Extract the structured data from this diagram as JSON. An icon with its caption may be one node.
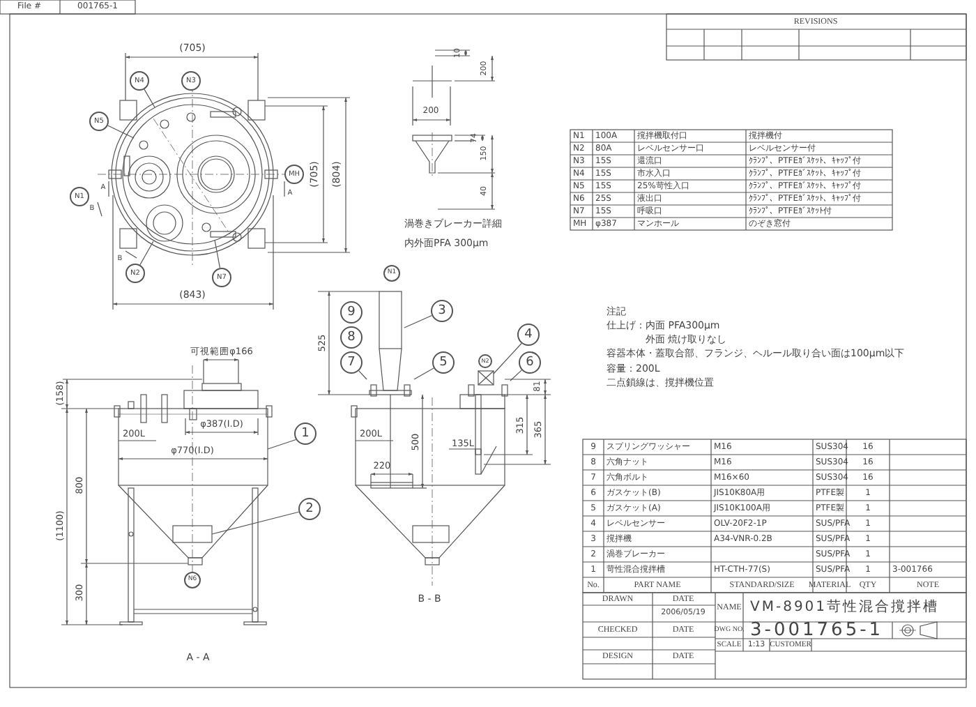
{
  "diagram": {
    "nodes": [
      {
        "text": [
          "N4"
        ]
      },
      {
        "text": [
          "N3"
        ]
      },
      {
        "text": [
          "N5"
        ]
      },
      {
        "text": [
          "N1"
        ]
      },
      {
        "text": [
          "MH"
        ]
      },
      {
        "text": [
          "N2"
        ]
      },
      {
        "text": [
          "N7"
        ]
      },
      {
        "text": [
          "N1"
        ]
      },
      {
        "text": [
          "9"
        ]
      },
      {
        "text": [
          "3"
        ]
      },
      {
        "text": [
          "8"
        ]
      },
      {
        "text": [
          "4"
        ]
      },
      {
        "text": [
          "7"
        ]
      },
      {
        "text": [
          "5"
        ]
      },
      {
        "text": [
          "N2"
        ]
      },
      {
        "text": [
          "6"
        ]
      },
      {
        "text": [
          "1"
        ]
      },
      {
        "text": [
          "2"
        ]
      },
      {
        "text": [
          "N6"
        ]
      },
      {
        "text": [],
        "shape": "cylinder"
      },
      {
        "text": [],
        "shape": "box"
      },
      {
        "text": [],
        "shape": "box"
      }
    ],
    "edges": [
      {
        "from": 0,
        "to": null,
        "arrow": "none"
      },
      {
        "from": 2,
        "to": null,
        "arrow": "none"
      },
      {
        "from": 5,
        "to": null,
        "arrow": "none"
      },
      {
        "from": 6,
        "to": null,
        "arrow": "none"
      },
      {
        "from": 9,
        "to": null,
        "arrow": "none"
      },
      {
        "from": 12,
        "to": null,
        "arrow": "none"
      },
      {
        "from": 13,
        "to": null,
        "arrow": "none"
      },
      {
        "from": 11,
        "to": 21,
        "arrow": "none"
      },
      {
        "from": 15,
        "to": null,
        "arrow": "none"
      },
      {
        "from": 16,
        "to": 19,
        "arrow": "none"
      },
      {
        "from": 17,
        "to": 20,
        "arrow": "none"
      }
    ],
    "labels": [
      "File #",
      "001765-1",
      "(705)",
      "(705)",
      "(804)",
      "A",
      "A",
      "B",
      "B",
      "(843)",
      "REVISIONS",
      "10",
      "200",
      "200",
      "74",
      "150",
      "40",
      "渦巻きブレーカー詳細",
      "内外面PFA 300μm",
      "N1",
      "100A",
      "撹拌機取付口",
      "撹拌機付",
      "N2",
      "80A",
      "レベルセンサー口",
      "レベルセンサー付",
      "N3",
      "15S",
      "還流口",
      "ｸﾗﾝﾌﾟ、PTFEｶﾞｽｹｯﾄ、ｷｬｯﾌﾟ付",
      "N4",
      "15S",
      "市水入口",
      "ｸﾗﾝﾌﾟ、PTFEｶﾞｽｹｯﾄ、ｷｬｯﾌﾟ付",
      "N5",
      "15S",
      "25%苛性入口",
      "ｸﾗﾝﾌﾟ、PTFEｶﾞｽｹｯﾄ、ｷｬｯﾌﾟ付",
      "N6",
      "25S",
      "液出口",
      "ｸﾗﾝﾌﾟ、PTFEｶﾞｽｹｯﾄ、ｷｬｯﾌﾟ付",
      "N7",
      "15S",
      "呼吸口",
      "ｸﾗﾝﾌﾟ、PTFEｶﾞｽｹｯﾄ付",
      "MH",
      "φ387",
      "マンホール",
      "のぞき窓付",
      "注記",
      "仕上げ：内面 PFA300μm",
      "外面 焼け取りなし",
      "容器本体・蓋取合部、フランジ、ヘルール取り合い面は100μm以下",
      "容量：200L",
      "二点鎖線は、撹拌機位置",
      "可視範囲φ166",
      "(158)",
      "φ387(I.D)",
      "200L",
      "φ770(I.D)",
      "800",
      "(1100)",
      "300",
      "A - A",
      "525",
      "81",
      "315",
      "365",
      "200L",
      "500",
      "135L",
      "220",
      "B - B",
      "9",
      "スプリングワッシャー",
      "M16",
      "SUS304",
      "16",
      "8",
      "六角ナット",
      "M16",
      "SUS304",
      "16",
      "7",
      "六角ボルト",
      "M16×60",
      "SUS304",
      "16",
      "6",
      "ガスケット(B)",
      "JIS10K80A用",
      "PTFE製",
      "1",
      "5",
      "ガスケット(A)",
      "JIS10K100A用",
      "PTFE製",
      "1",
      "4",
      "レベルセンサー",
      "OLV-20F2-1P",
      "SUS/PFA",
      "1",
      "3",
      "撹拌機",
      "A34-VNR-0.2B",
      "SUS/PFA",
      "1",
      "2",
      "渦巻ブレーカー",
      "SUS/PFA",
      "1",
      "1",
      "苛性混合撹拌槽",
      "HT-CTH-77(S)",
      "SUS/PFA",
      "1",
      "3-001766",
      "No.",
      "PART NAME",
      "STANDARD/SIZE",
      "MATERIAL",
      "QTY",
      "NOTE",
      "DRAWN",
      "DATE",
      "2006/05/19",
      "CHECKED",
      "DATE",
      "DESIGN",
      "DATE",
      "NAME",
      "VM-8901苛性混合撹拌槽",
      "DWG NO.",
      "3-001765-1",
      "SCALE",
      "1:13",
      "CUSTOMER"
    ]
  }
}
